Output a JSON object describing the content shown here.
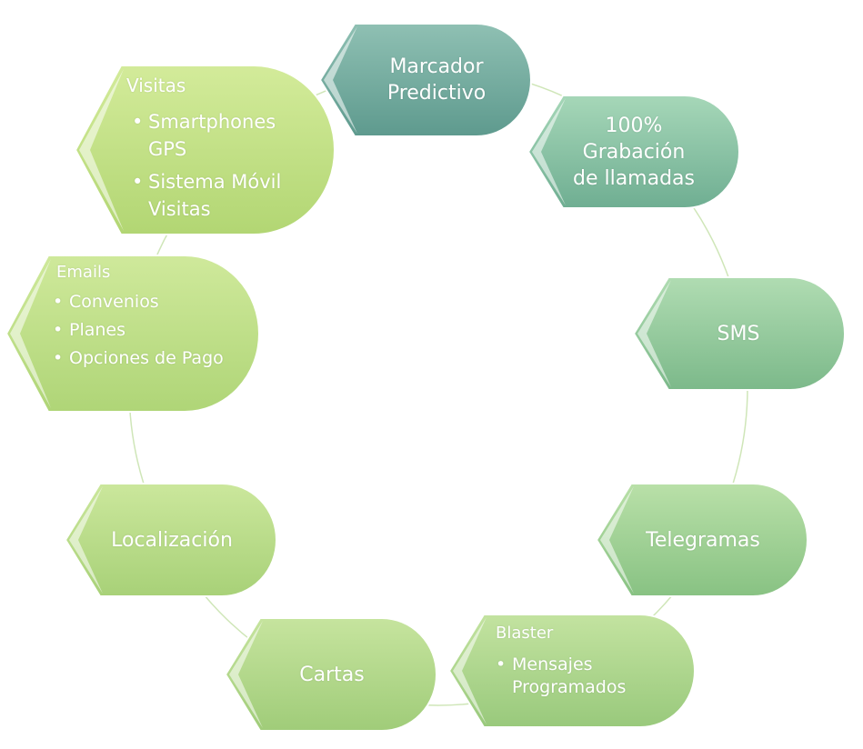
{
  "colors": {
    "teal": "#6aa89c",
    "green_mid": "#8cc48e",
    "lime": "#b7d87a",
    "ring": "#c9e3b0"
  },
  "nodes": {
    "marcador": {
      "text": "Marcador Predictivo"
    },
    "grabacion": {
      "text": "100% Grabación de llamadas"
    },
    "sms": {
      "text": "SMS"
    },
    "telegramas": {
      "text": "Telegramas"
    },
    "blaster": {
      "title": "Blaster",
      "items": [
        "Mensajes Programados"
      ]
    },
    "cartas": {
      "text": "Cartas"
    },
    "localizacion": {
      "text": "Localización"
    },
    "emails": {
      "title": "Emails",
      "items": [
        "Convenios",
        "Planes",
        "Opciones de Pago"
      ]
    },
    "visitas": {
      "title": "Visitas",
      "items": [
        "Smartphones GPS",
        "Sistema Móvil Visitas"
      ]
    }
  }
}
